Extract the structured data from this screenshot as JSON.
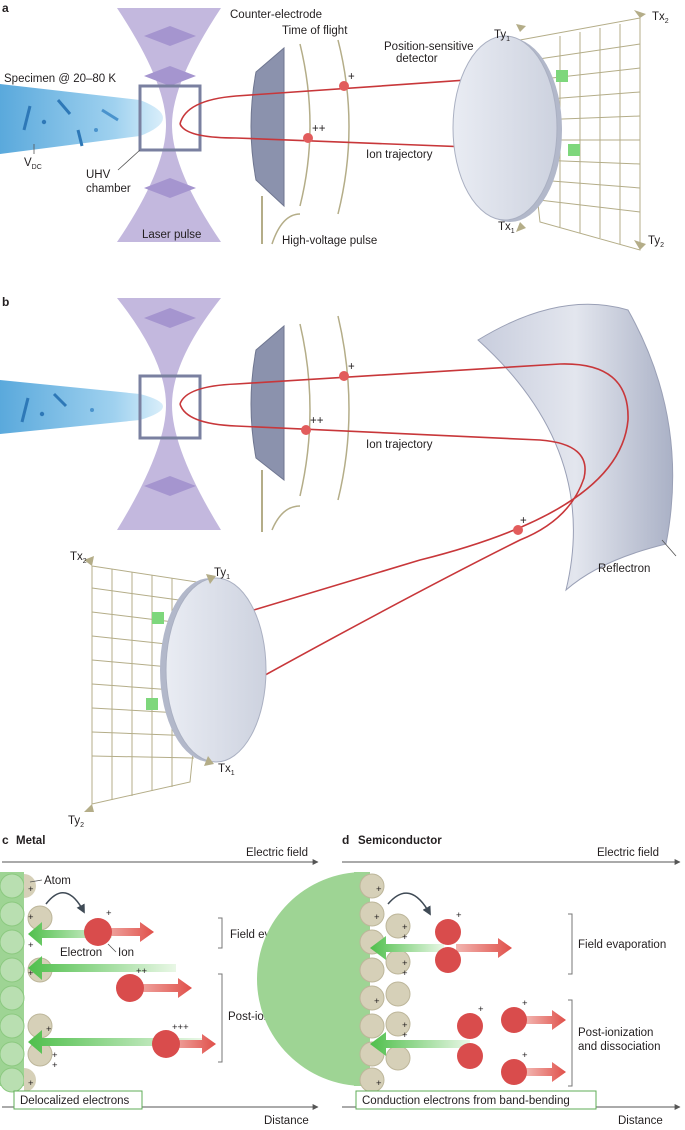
{
  "colors": {
    "laser": "#b9abd8",
    "laser_dark": "#a595cf",
    "specimen": "#6ab6e4",
    "specimen_tip": "#c8e6f7",
    "electrode": "#8b92ad",
    "electrode_dark": "#6f7690",
    "trajectory": "#c8373a",
    "ion": "#e25c5c",
    "detector": "#dfe3ec",
    "detector_edge": "#b2b8ca",
    "grid": "#b4ad88",
    "hit": "#7ed77c",
    "metal_green": "#9ed494",
    "atom": "#d6d0b8",
    "box_border": "#5fae57"
  },
  "panel_a": {
    "letter": "a",
    "specimen_label": "Specimen @ 20–80 K",
    "vdc_main": "V",
    "vdc_sub": "DC",
    "uhv_line1": "UHV",
    "uhv_line2": "chamber",
    "laser_label": "Laser pulse",
    "counter_electrode": "Counter-electrode",
    "time_of_flight": "Time of flight",
    "psd_line1": "Position-sensitive",
    "psd_line2": "detector",
    "high_voltage": "High-voltage pulse",
    "ion_trajectory": "Ion trajectory",
    "charge_single": "+",
    "charge_double": "++",
    "ty1_main": "Ty",
    "ty1_sub": "1",
    "tx2_main": "Tx",
    "tx2_sub": "2",
    "tx1_main": "Tx",
    "tx1_sub": "1",
    "ty2_main": "Ty",
    "ty2_sub": "2"
  },
  "panel_b": {
    "letter": "b",
    "ion_trajectory": "Ion trajectory",
    "reflectron": "Reflectron",
    "charge_single": "+",
    "charge_double": "++",
    "charge_return": "+",
    "tx2_main": "Tx",
    "tx2_sub": "2",
    "ty1_main": "Ty",
    "ty1_sub": "1",
    "ty2_main": "Ty",
    "ty2_sub": "2",
    "tx1_main": "Tx",
    "tx1_sub": "1"
  },
  "panel_c": {
    "letter": "c",
    "title": "Metal",
    "electric_field": "Electric field",
    "distance": "Distance",
    "atom": "Atom",
    "ion": "Ion",
    "electron": "Electron",
    "field_evaporation": "Field evaporation",
    "post_ionization": "Post-ionization",
    "delocalized": "Delocalized  electrons",
    "charge_single": "+",
    "charge_double": "++",
    "charge_triple": "+++"
  },
  "panel_d": {
    "letter": "d",
    "title": "Semiconductor",
    "electric_field": "Electric field",
    "distance": "Distance",
    "field_evaporation": "Field evaporation",
    "post_line1": "Post-ionization",
    "post_line2": "and dissociation",
    "conduction": "Conduction electrons from band-bending",
    "charge_single": "+"
  }
}
